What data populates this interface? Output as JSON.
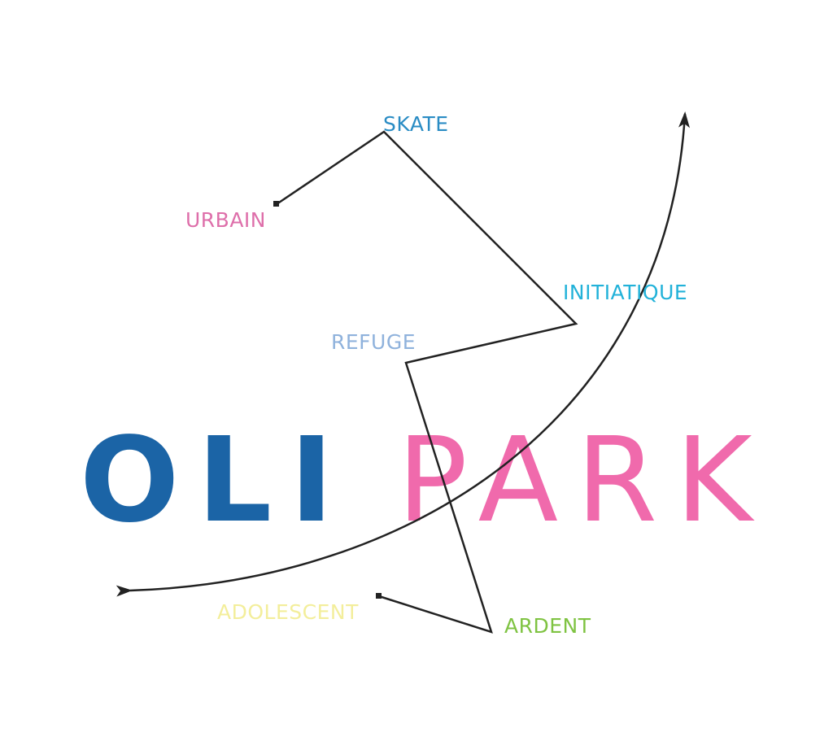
{
  "title": {
    "part1": {
      "text": "OLI",
      "color": "#1b64a6"
    },
    "part2": {
      "text": "PARK",
      "color": "#f06aac"
    }
  },
  "keywords": [
    {
      "id": "skate",
      "text": "SKATE",
      "color": "#2a8cc4"
    },
    {
      "id": "urbain",
      "text": "URBAIN",
      "color": "#de6faa"
    },
    {
      "id": "initiatique",
      "text": "INITIATIQUE",
      "color": "#22b2d9"
    },
    {
      "id": "refuge",
      "text": "REFUGE",
      "color": "#8fb2dc"
    },
    {
      "id": "adolescent",
      "text": "ADOLESCENT",
      "color": "#f3ee9b"
    },
    {
      "id": "ardent",
      "text": "ARDENT",
      "color": "#7fc342"
    }
  ],
  "line_color": "#222222"
}
